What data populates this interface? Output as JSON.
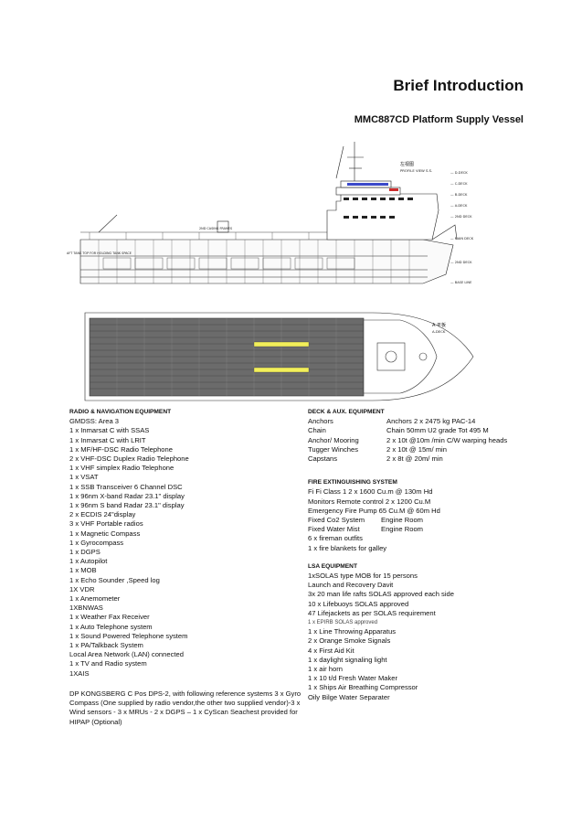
{
  "header": {
    "title": "Brief Introduction",
    "subtitle": "MMC887CD Platform Supply Vessel"
  },
  "drawing": {
    "profile_label": "左视图",
    "profile_sub": "PROFILE VIEW S.S.",
    "deck_label": "A-DECK",
    "deck_label_cn": "A 平板",
    "tank_note": "AFT TANK TOP FOR HOLDING TANK SPACE",
    "deck_labels": [
      "2ND DECK",
      "D-DECK",
      "C-DECK",
      "B-DECK",
      "A-DECK",
      "MAIN DECK",
      "BASE LINE"
    ],
    "centre_note": "2ND CASING FRAMES"
  },
  "radio": {
    "heading": "RADIO & NAVIGATION EQUIPMENT",
    "items": [
      "GMDSS: Area 3",
      "1 x Inmarsat C with SSAS",
      "1 x Inmarsat C with LRIT",
      "1 x MF/HF-DSC Radio Telephone",
      "2 x VHF-DSC Duplex Radio Telephone",
      "1 x VHF simplex Radio Telephone",
      "1 x VSAT",
      "1 x SSB Transceiver 6 Channel  DSC",
      "1 x 96nm X-band Radar 23.1\" display",
      "1 x 96nm S band Radar 23.1\" display",
      "2 x ECDIS 24\"display",
      "3 x VHF Portable radios",
      "1 x Magnetic Compass",
      "1 x Gyrocompass",
      "1 x DGPS",
      "1 x Autopilot",
      "1 x MOB",
      "1 x Echo Sounder ,Speed log",
      "1X VDR",
      "1 x Anemometer",
      "1XBNWAS",
      "1 x Weather Fax Receiver",
      "1 x Auto Telephone system",
      "1 x Sound Powered Telephone system",
      "1 x PA/Talkback System",
      "Local Area Network (LAN) connected",
      "1 x TV and Radio system",
      "1XAIS"
    ],
    "dp_text": "DP  KONGSBERG C Pos DPS-2, with following reference systems 3 x Gyro Compass (One supplied by radio vendor,the other two supplied vendor)-3 x Wind sensors - 3  x MRUs  - 2 x DGPS – 1 x CyScan Seachest provided for HIPAP (Optional)"
  },
  "deck": {
    "heading": "DECK & AUX. EQUIPMENT",
    "rows": [
      {
        "k": "Anchors",
        "v": "Anchors 2 x 2475 kg  PAC-14"
      },
      {
        "k": "Chain",
        "v": "Chain 50mm U2 grade Tot 495 M"
      },
      {
        "k": "Anchor/ Mooring",
        "v": "2 x 10t @10m /min C/W warping heads"
      },
      {
        "k": "Tugger  Winches",
        "v": "2 x 10t @ 15m/ min"
      },
      {
        "k": "Capstans",
        "v": "2 x 8t @ 20m/ min"
      }
    ]
  },
  "fire": {
    "heading": "FIRE EXTINGUISHING SYSTEM",
    "lines": [
      "Fi Fi Class 1 2 x 1600 Cu.m @ 130m Hd",
      "Monitors Remote control 2 x 1200 Cu.M",
      " Emergency Fire Pump 65 Cu.M @ 60m Hd"
    ],
    "rows": [
      {
        "k": "Fixed Co2 System",
        "v": "Engine Room"
      },
      {
        "k": "Fixed Water Mist",
        "v": "Engine Room"
      }
    ],
    "tail": [
      "6 x fireman outfits",
      "1 x fire blankets for galley"
    ]
  },
  "lsa": {
    "heading": "LSA EQUIPMENT",
    "items": [
      "1xSOLAS type MOB for 15 persons",
      "Launch and Recovery Davit",
      "3x 20 man life rafts SOLAS approved each side",
      "10 x Lifebuoys SOLAS approved",
      "47 Lifejackets as per SOLAS requirement"
    ],
    "small_item": "1 x EPIRB SOLAS approved",
    "items2": [
      "1 x  Line Throwing Apparatus",
      "2 x Orange Smoke Signals",
      "4 x First Aid Kit",
      "1 x daylight signaling light",
      "1 x air horn",
      "1 x 10 t/d Fresh Water Maker",
      "1 x Ships Air Breathing Compressor",
      "Oily Bilge Water Separater"
    ]
  },
  "colors": {
    "deck_fill": "#6b6b6b",
    "deck_stripe": "#4a4a4a",
    "highlight": "#f2ef5a",
    "bridge": "#3b49c9"
  }
}
